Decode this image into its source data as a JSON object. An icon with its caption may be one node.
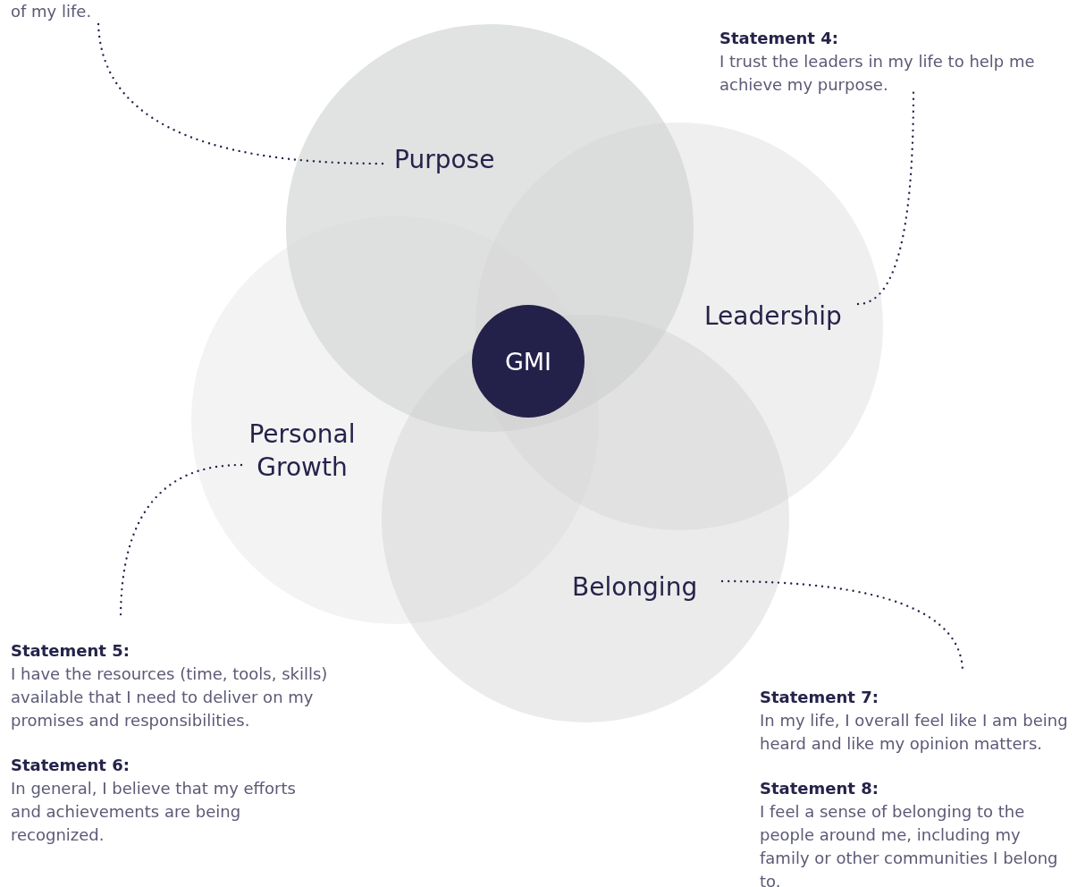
{
  "diagram": {
    "nodes": [
      {
        "text": [
          "of my life."
        ]
      },
      {
        "text": [
          "Purpose"
        ]
      },
      {
        "text": [
          "Leadership"
        ]
      },
      {
        "text": [
          "Personal Growth"
        ]
      },
      {
        "text": [
          "Belonging"
        ]
      },
      {
        "text": [
          "GMI"
        ]
      },
      {
        "text": [
          "**Statement 4**:",
          "I trust the leaders in my life to help me achieve my purpose."
        ]
      },
      {
        "text": [
          "Statement 5:",
          "I have the resources (time, tools, skills) available that I need to deliver on my promises and responsibilities."
        ]
      },
      {
        "text": [
          "Statement 6:",
          "In general, I believe that my efforts and achievements are being recognized."
        ]
      },
      {
        "text": [
          "Statement 7:",
          "In my life, I overall feel like I am being heard and like my opinion matters."
        ]
      },
      {
        "text": [
          "Statement 8:",
          "I feel a sense of belonging to the people around me, including my family or other communities I belong to."
        ]
      }
    ],
    "edges": [
      {
        "from": 1,
        "to": 0,
        "arrow": "none",
        "style": "dashed"
      },
      {
        "from": 2,
        "to": 6,
        "arrow": "none",
        "style": "dashed"
      },
      {
        "from": 3,
        "to": 7,
        "arrow": "none",
        "style": "dashed"
      },
      {
        "from": 4,
        "to": 9,
        "arrow": "none",
        "style": "dashed"
      }
    ]
  }
}
